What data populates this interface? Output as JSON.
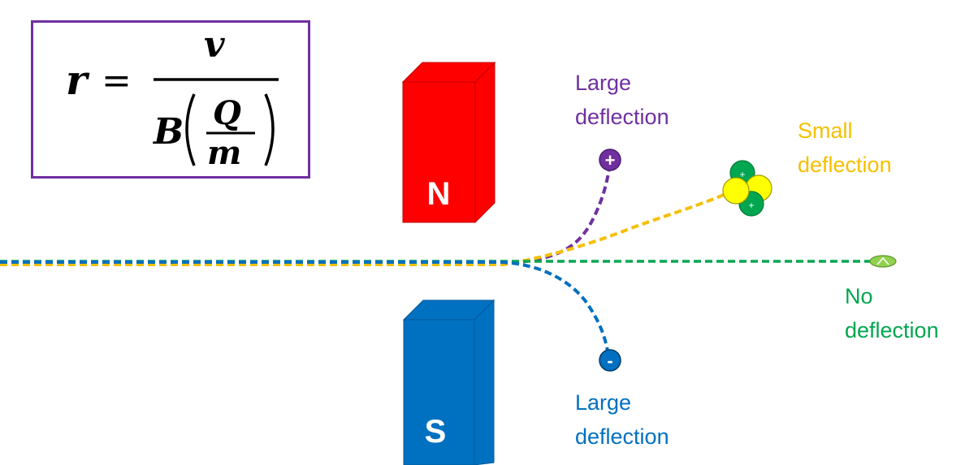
{
  "formula": {
    "lhs": "r",
    "equals": "=",
    "numerator": "v",
    "field": "B",
    "charge": "Q",
    "mass": "m"
  },
  "magnets": {
    "north": {
      "label": "N",
      "color": "#ff0000"
    },
    "south": {
      "label": "S",
      "color": "#0070c0"
    }
  },
  "particles": {
    "positive": {
      "symbol": "+",
      "color": "#7030a0"
    },
    "negative": {
      "symbol": "-",
      "color": "#0070c0"
    },
    "alpha": {
      "proton_symbol": "+",
      "proton_color": "#00a650",
      "neutron_color": "#ffff00"
    },
    "neutral": {
      "color": "#92d050"
    }
  },
  "labels": {
    "positive": {
      "line1": "Large",
      "line2": "deflection",
      "color": "#7030a0"
    },
    "alpha": {
      "line1": "Small",
      "line2": "deflection",
      "color": "#f5c000"
    },
    "neutral": {
      "line1": "No",
      "line2": "deflection",
      "color": "#00a650"
    },
    "negative": {
      "line1": "Large",
      "line2": "deflection",
      "color": "#0070c0"
    }
  },
  "paths": {
    "positive_color": "#7030a0",
    "alpha_color": "#f5c000",
    "neutral_color": "#00a650",
    "negative_color": "#0070c0"
  }
}
